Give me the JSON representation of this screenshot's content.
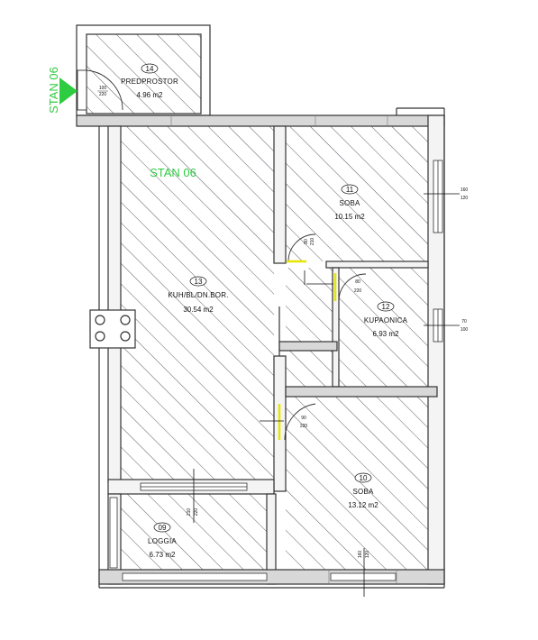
{
  "plan": {
    "apartment_label": "STAN 06",
    "entrance_label": "STAN 06",
    "colors": {
      "wall": "#333333",
      "hatch": "#4a4a5a",
      "accent_green": "#2ecc40",
      "door_yellow": "#e6e600"
    },
    "rooms": [
      {
        "number": "14",
        "name": "PREDPROSTOR",
        "area": "4.96 m2"
      },
      {
        "number": "11",
        "name": "SOBA",
        "area": "10.15 m2"
      },
      {
        "number": "13",
        "name": "KUH/BL/DN.BOR.",
        "area": "30.54 m2"
      },
      {
        "number": "12",
        "name": "KUPAONICA",
        "area": "6.93 m2"
      },
      {
        "number": "10",
        "name": "SOBA",
        "area": "13.12 m2"
      },
      {
        "number": "09",
        "name": "LOGGIA",
        "area": "6.73 m2"
      }
    ],
    "openings": [
      {
        "top": "100",
        "bottom": "220"
      },
      {
        "top": "160",
        "bottom": "120"
      },
      {
        "top": "70",
        "bottom": "100"
      },
      {
        "top": "80",
        "bottom": "210"
      },
      {
        "top": "80",
        "bottom": "220"
      },
      {
        "top": "90",
        "bottom": "220"
      },
      {
        "top": "210",
        "bottom": "220"
      },
      {
        "top": "160",
        "bottom": "120"
      }
    ]
  }
}
